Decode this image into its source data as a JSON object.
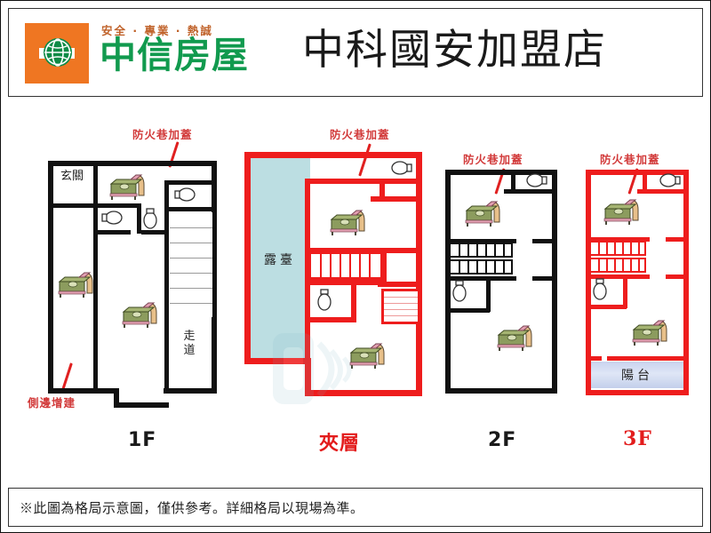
{
  "header": {
    "logo_slogan": "安全 · 專業 · 熱誠",
    "logo_name": "中信房屋",
    "logo_mark_icon": "orange-square-globe-logo-icon",
    "store_title": "中科國安加盟店"
  },
  "colors": {
    "brand_orange": "#ef7622",
    "brand_green": "#119a4e",
    "annotation_red": "#d23b3b",
    "wall_red": "#ee1d1d",
    "wall_black": "#111111",
    "terrace_fill": "#bcdee2",
    "balcony_fill": "#c9d3ef"
  },
  "annotations": {
    "fire_lane_cover": "防火巷加蓋",
    "side_extension": "側邊增建"
  },
  "floors": [
    {
      "id": "1f",
      "tag": "1F",
      "tag_color": "#1a1a1a",
      "wall_color": "#111111",
      "rooms": [
        "玄關",
        "走道"
      ],
      "annotations": [
        "防火巷加蓋",
        "側邊增建"
      ],
      "beds": 3,
      "toilets": 3,
      "stairs": 1
    },
    {
      "id": "mezzanine",
      "tag": "夾層",
      "tag_color": "#e31c1c",
      "wall_color": "#ee1d1d",
      "rooms": [
        "露臺"
      ],
      "annotations": [
        "防火巷加蓋"
      ],
      "beds": 2,
      "toilets": 2,
      "stairs": 2
    },
    {
      "id": "2f",
      "tag": "2F",
      "tag_color": "#1a1a1a",
      "wall_color": "#111111",
      "rooms": [],
      "annotations": [
        "防火巷加蓋"
      ],
      "beds": 2,
      "toilets": 2,
      "stairs": 1
    },
    {
      "id": "3f",
      "tag": "3F",
      "tag_color": "#e31c1c",
      "wall_color": "#ee1d1d",
      "rooms": [
        "陽台"
      ],
      "annotations": [
        "防火巷加蓋"
      ],
      "beds": 2,
      "toilets": 2,
      "stairs": 1
    }
  ],
  "labels": {
    "foyer": "玄關",
    "corridor": "走道",
    "terrace": "露臺",
    "balcony": "陽台"
  },
  "footer": {
    "disclaimer": "※此圖為格局示意圖，僅供參考。詳細格局以現場為準。"
  }
}
